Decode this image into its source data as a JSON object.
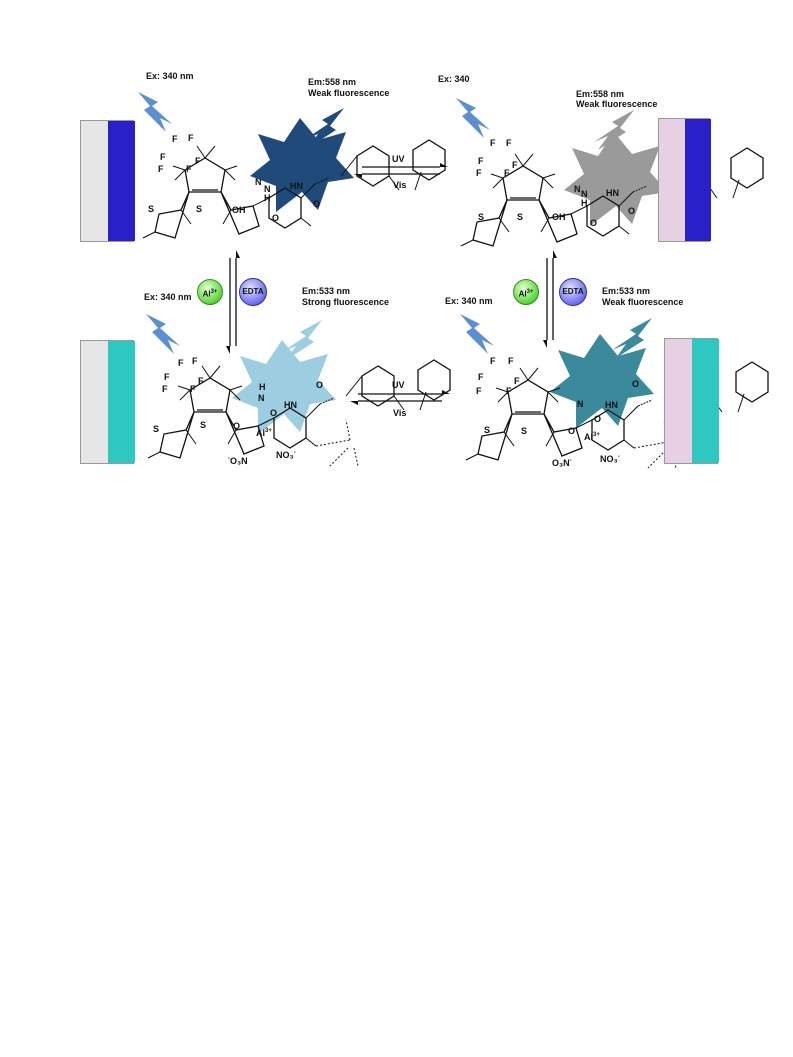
{
  "panels": {
    "top_left": {
      "ex": "Ex: 340 nm",
      "em": "Em:558 nm",
      "fluor": "Weak fluorescence",
      "star_color": "#1f4a7a"
    },
    "top_right": {
      "ex": "Ex: 340",
      "em": "Em:558 nm",
      "fluor": "Weak fluorescence",
      "star_color": "#9a9a9a"
    },
    "bottom_left": {
      "ex": "Ex: 340 nm",
      "em": "Em:533 nm",
      "fluor": "Strong fluorescence",
      "star_color": "#9ccde0"
    },
    "bottom_right": {
      "ex": "Ex: 340 nm",
      "em": "Em:533 nm",
      "fluor": "Weak fluorescence",
      "star_color": "#3b8a9c"
    }
  },
  "arrows": {
    "uv": "UV",
    "vis": "Vis",
    "al_base": "Al",
    "al_charge": "3+",
    "edta": "EDTA"
  },
  "atoms": {
    "F": "F",
    "S": "S",
    "N": "N",
    "O": "O",
    "OH": "OH",
    "H": "H",
    "HN": "HN",
    "Al": "Al",
    "al_charge": "3+",
    "o3n": "O₃N",
    "no3": "NO₃",
    "minus": "-"
  },
  "colors": {
    "excitation_bolt": "#5b8fcf",
    "vial_blue": "#2a20c8",
    "vial_cyan": "#2fc8c0",
    "vial_pink": "#e8d0e4",
    "vial_clear": "#e6e6e6"
  }
}
